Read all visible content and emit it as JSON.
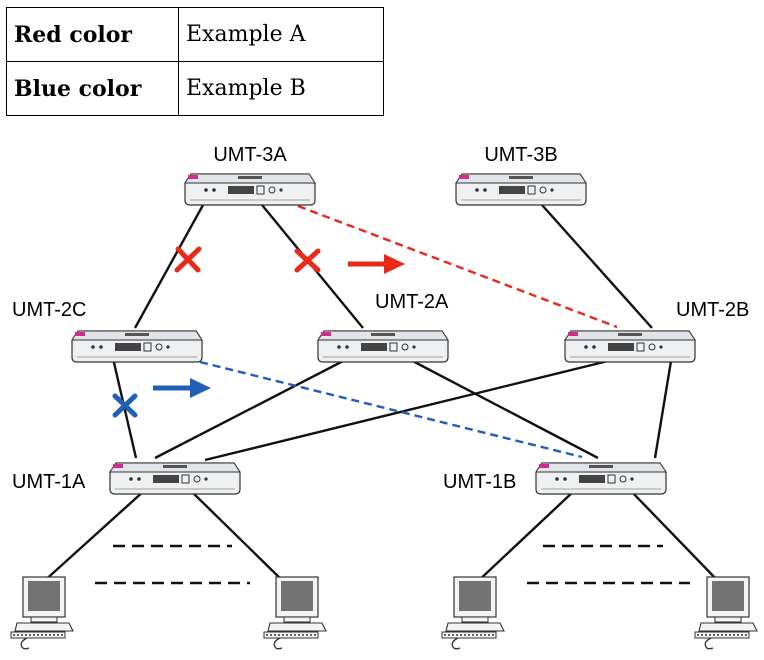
{
  "legend": [
    {
      "label": "Red color",
      "value": "Example A",
      "color": "#e8291c"
    },
    {
      "label": "Blue color",
      "value": "Example B",
      "color": "#1f5fb4"
    }
  ],
  "nodes": {
    "umt3a": "UMT-3A",
    "umt3b": "UMT-3B",
    "umt2c": "UMT-2C",
    "umt2a": "UMT-2A",
    "umt2b": "UMT-2B",
    "umt1a": "UMT-1A",
    "umt1b": "UMT-1B"
  },
  "colors": {
    "red": "#e8291c",
    "blue": "#1f5fb4",
    "link": "#111111",
    "device": "#eef0f2"
  },
  "icons": {
    "device": "network-switch-icon",
    "computer": "computer-icon",
    "failure": "x-mark-icon",
    "direction": "arrow-right-icon"
  }
}
